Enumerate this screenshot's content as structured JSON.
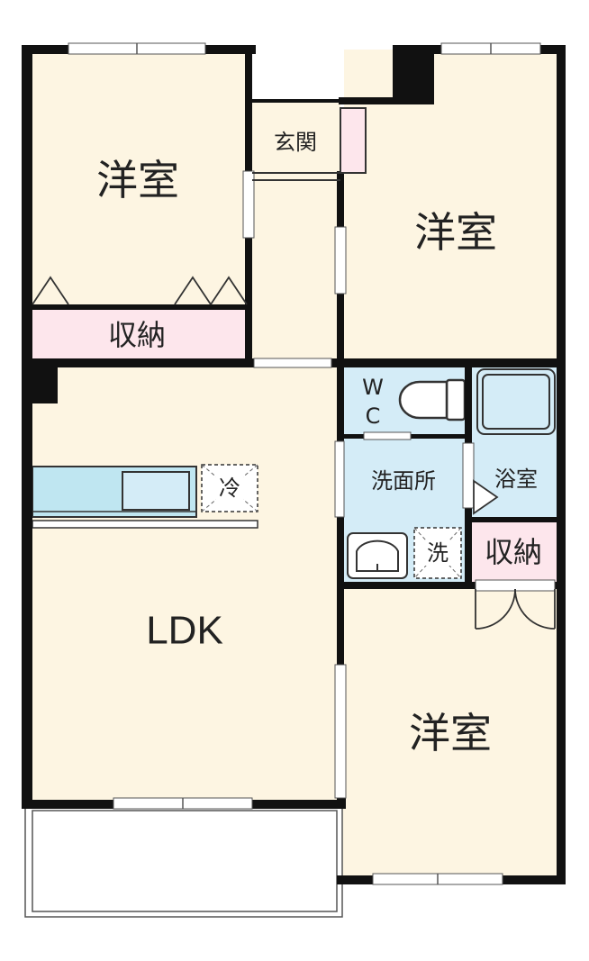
{
  "colors": {
    "room": "#fdf5e2",
    "wet_area": "#d4ecf7",
    "storage": "#fde6ec",
    "wall": "#111111",
    "outline": "#333333"
  },
  "rooms": {
    "bedroom_top_left": {
      "label": "洋室"
    },
    "bedroom_top_right": {
      "label": "洋室"
    },
    "bedroom_bottom_right": {
      "label": "洋室"
    },
    "ldk": {
      "label": "LDK"
    },
    "entrance": {
      "label": "玄関"
    },
    "storage_top_left": {
      "label": "収納"
    },
    "storage_right": {
      "label": "収納"
    },
    "wc": {
      "label_line1": "W",
      "label_line2": "C"
    },
    "washroom": {
      "label": "洗面所"
    },
    "bathroom": {
      "label": "浴室"
    },
    "fridge_space": {
      "label": "冷"
    },
    "washer_space": {
      "label": "洗"
    }
  }
}
